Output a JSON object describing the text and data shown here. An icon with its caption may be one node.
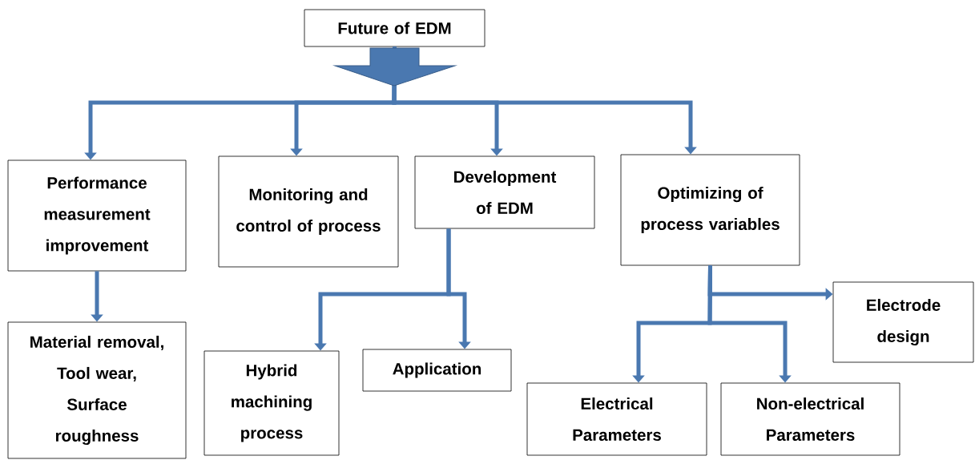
{
  "diagram": {
    "nodes": [
      {
        "text": [
          "Future of EDM"
        ]
      },
      {
        "text": [
          "Performance measurement improvement"
        ]
      },
      {
        "text": [
          "Monitoring and control of process"
        ]
      },
      {
        "text": [
          "Development of EDM"
        ]
      },
      {
        "text": [
          "Optimizing of process variables"
        ]
      },
      {
        "text": [
          "Material removal, Tool wear, Surface roughness"
        ]
      },
      {
        "text": [
          "Hybrid machining process"
        ]
      },
      {
        "text": [
          "Application"
        ]
      },
      {
        "text": [
          "Electrode design"
        ]
      },
      {
        "text": [
          "Electrical Parameters"
        ]
      },
      {
        "text": [
          "Non-electrical Parameters"
        ]
      }
    ],
    "edges": [
      {
        "from": 0,
        "to": 1,
        "arrow": "to"
      },
      {
        "from": 0,
        "to": 2,
        "arrow": "to"
      },
      {
        "from": 0,
        "to": 3,
        "arrow": "to"
      },
      {
        "from": 0,
        "to": 4,
        "arrow": "to"
      },
      {
        "from": 1,
        "to": 5,
        "arrow": "to"
      },
      {
        "from": 3,
        "to": 6,
        "arrow": "to"
      },
      {
        "from": 3,
        "to": 7,
        "arrow": "to"
      },
      {
        "from": 4,
        "to": 8,
        "arrow": "to"
      },
      {
        "from": 4,
        "to": 9,
        "arrow": "to"
      },
      {
        "from": 4,
        "to": 10,
        "arrow": "to"
      }
    ]
  }
}
